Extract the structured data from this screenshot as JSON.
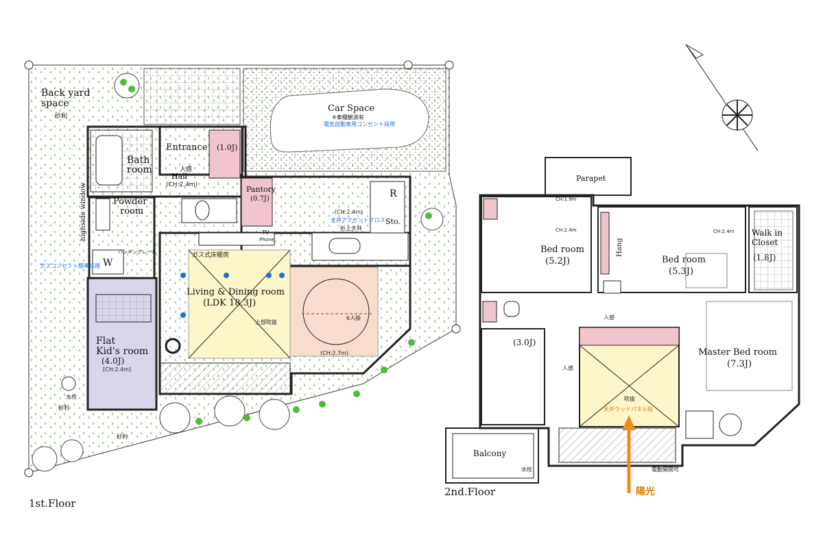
{
  "floor1": {
    "title": "1st.Floor",
    "back_yard": "Back yard",
    "back_yard2": "space",
    "gravel": "砂利",
    "bath": "Bath",
    "bath2": "room",
    "entrance": "Entrance",
    "entrance_size": "(1.0J)",
    "hall": "Hall",
    "hall_ch": "(CH:2.4m)",
    "jinkan": "人感",
    "powder": "Powder",
    "powder2": "room",
    "pantory": "Pantory",
    "pantory_size": "(0.7J)",
    "car_space": "Car Space",
    "car_note1": "※車種観測有",
    "car_note2": "電気自動車用コンセント採用",
    "w_label": "W",
    "highside": "highside window",
    "ldk_title": "Living & Dining room",
    "ldk_size": "(LDK 18.3J)",
    "ldk_heat": "ガス式床暖房",
    "upper_void": "上部吹抜",
    "six_people": "6人掛",
    "kitchen_ch": "(CH:2.4m)",
    "ceiling_cross": "天井アクセントクロス",
    "folded_ceiling": "折上天井",
    "dining_ch": "(CH:2.7m)",
    "tv": "TV",
    "phone": "Phone",
    "r_label": "R",
    "sto": "Sto.",
    "flat_kids": "Flat",
    "flat_kids2": "Kid's room",
    "kids_size": "(4.0J)",
    "kids_ch": "[CH:2.4m]",
    "water": "水栓",
    "gas_outlet": "ガスコンセント標準採用",
    "hanging_rail": "ハンギングレール"
  },
  "floor2": {
    "title": "2nd.Floor",
    "parapet": "Parapet",
    "bed1": "Bed room",
    "bed1_size": "(5.2J)",
    "bed2": "Bed room",
    "bed2_size": "(5.3J)",
    "hang": "Hang",
    "walkin": "Walk in",
    "walkin2": "Closet",
    "walkin_size": "(1.8J)",
    "master": "Master Bed room",
    "master_size": "(7.3J)",
    "small_room": "(3.0J)",
    "void": "吹抜",
    "skylight": "天井ウッドパネル貼",
    "balcony": "Balcony",
    "water": "水栓",
    "jinkan": "人感",
    "motorized": "電動開閉可",
    "sunlight": "陽光",
    "ch24": "CH:2.4m",
    "ch19": "CH:1.9m"
  },
  "colors": {
    "pink": "#f2c4cc",
    "lavender": "#d9d6ec",
    "yellow": "#fdf6c8",
    "peach": "#f8dccc",
    "green": "#52b83a",
    "orange": "#f08a1c",
    "blue": "#1e6fd9"
  }
}
